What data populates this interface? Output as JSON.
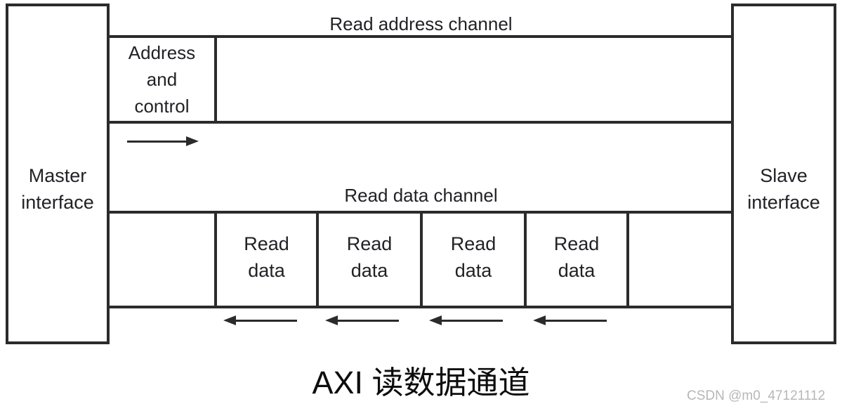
{
  "diagram": {
    "master": {
      "line1": "Master",
      "line2": "interface"
    },
    "slave": {
      "line1": "Slave",
      "line2": "interface"
    },
    "read_address_channel": {
      "title": "Read address channel",
      "address_control_box": {
        "line1": "Address",
        "line2": "and",
        "line3": "control"
      },
      "arrow_direction": "master-to-slave"
    },
    "read_data_channel": {
      "title": "Read data channel",
      "boxes": [
        {
          "line1": "Read",
          "line2": "data"
        },
        {
          "line1": "Read",
          "line2": "data"
        },
        {
          "line1": "Read",
          "line2": "data"
        },
        {
          "line1": "Read",
          "line2": "data"
        }
      ],
      "arrow_direction": "slave-to-master"
    },
    "caption": "AXI 读数据通道",
    "watermark": "CSDN @m0_47121112",
    "colors": {
      "line": "#2b2b2b",
      "label_text": "#222226",
      "caption_text": "#0d0d0d",
      "watermark_text": "#b7b7b7",
      "background": "#ffffff"
    }
  }
}
